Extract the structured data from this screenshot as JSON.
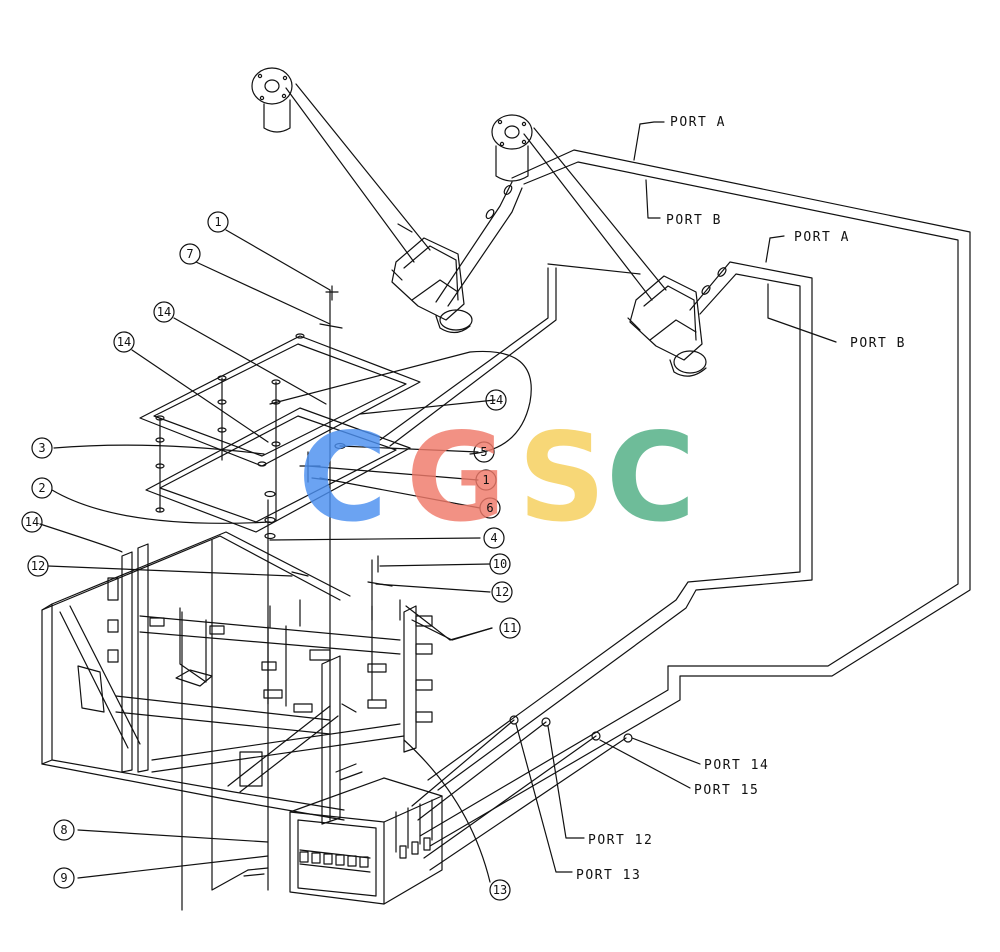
{
  "colors": {
    "line": "#111111",
    "paper": "#ffffff",
    "watermark": [
      "#4b8ff0",
      "#f07a6a",
      "#f6cf5a",
      "#4fae83"
    ]
  },
  "watermark": {
    "letters": [
      "C",
      "G",
      "S",
      "C"
    ]
  },
  "ports": {
    "port_a_top": "PORT A",
    "port_b_top": "PORT B",
    "port_a_right": "PORT A",
    "port_b_right": "PORT B",
    "port_14": "PORT 14",
    "port_15": "PORT 15",
    "port_12": "PORT 12",
    "port_13": "PORT 13"
  },
  "callouts": {
    "c1_top": "1",
    "c7": "7",
    "c14_a": "14",
    "c14_b": "14",
    "c14_c": "14",
    "c3": "3",
    "c2": "2",
    "c14_d": "14",
    "c12_left": "12",
    "c5": "5",
    "c1_mid": "1",
    "c6": "6",
    "c4": "4",
    "c10": "10",
    "c12_right": "12",
    "c11": "11",
    "c8": "8",
    "c9": "9",
    "c13": "13"
  }
}
